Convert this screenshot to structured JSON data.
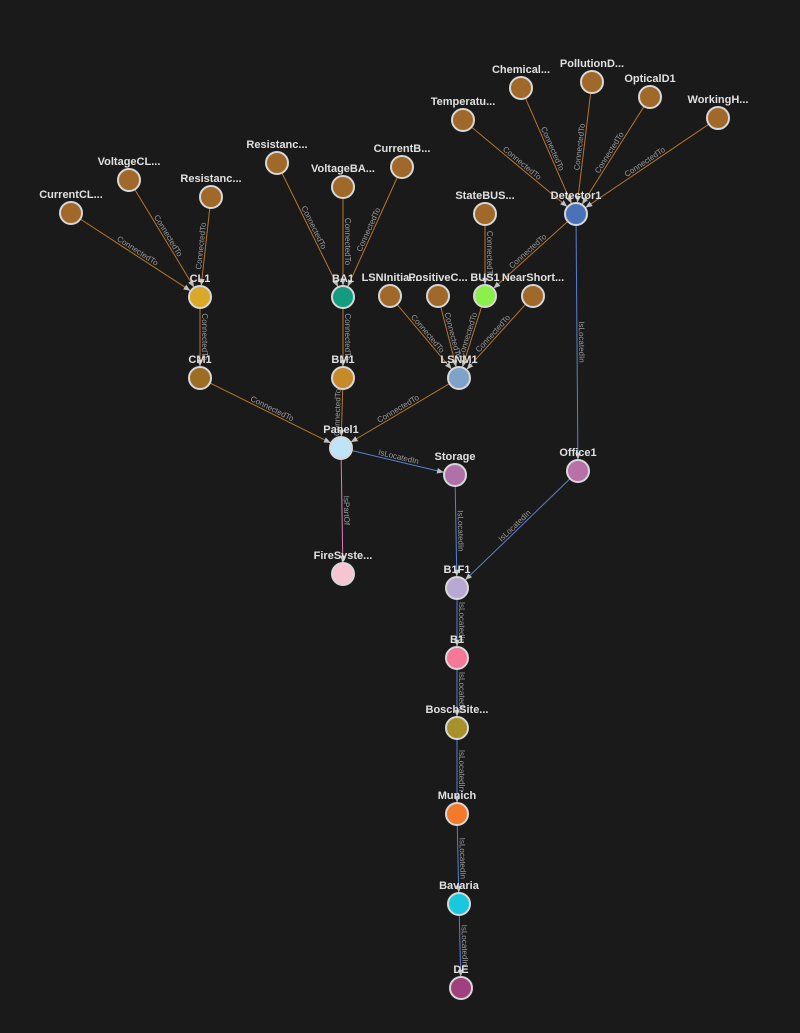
{
  "graph": {
    "nodes": [
      {
        "id": "chemical",
        "label": "Chemical...",
        "color": "#a0692a"
      },
      {
        "id": "pollution",
        "label": "PollutionD...",
        "color": "#a0692a"
      },
      {
        "id": "optical",
        "label": "OpticalD1",
        "color": "#a0692a"
      },
      {
        "id": "temperature",
        "label": "Temperatu...",
        "color": "#a0692a"
      },
      {
        "id": "workingh",
        "label": "WorkingH...",
        "color": "#a0692a"
      },
      {
        "id": "detector1",
        "label": "Detector1",
        "color": "#4a72b8"
      },
      {
        "id": "statebus",
        "label": "StateBUS...",
        "color": "#a0692a"
      },
      {
        "id": "resistanc2",
        "label": "Resistanc...",
        "color": "#a0692a"
      },
      {
        "id": "currentb",
        "label": "CurrentB...",
        "color": "#a0692a"
      },
      {
        "id": "voltageba",
        "label": "VoltageBA...",
        "color": "#a0692a"
      },
      {
        "id": "voltagecl",
        "label": "VoltageCL...",
        "color": "#a0692a"
      },
      {
        "id": "resistanc1",
        "label": "Resistanc...",
        "color": "#a0692a"
      },
      {
        "id": "currentcl",
        "label": "CurrentCL...",
        "color": "#a0692a"
      },
      {
        "id": "cl1",
        "label": "CL1",
        "color": "#d9a829"
      },
      {
        "id": "ba1",
        "label": "BA1",
        "color": "#139c82"
      },
      {
        "id": "lsninit",
        "label": "LSNInitia...",
        "color": "#a0692a"
      },
      {
        "id": "positivec",
        "label": "PositiveC...",
        "color": "#a0692a"
      },
      {
        "id": "bus1",
        "label": "BUS1",
        "color": "#8cf04a"
      },
      {
        "id": "nearshort",
        "label": "NearShort...",
        "color": "#a0692a"
      },
      {
        "id": "cm1",
        "label": "CM1",
        "color": "#9c6d22"
      },
      {
        "id": "bm1",
        "label": "BM1",
        "color": "#c8892a"
      },
      {
        "id": "lsnm1",
        "label": "LSNM1",
        "color": "#7fa2c9"
      },
      {
        "id": "panel1",
        "label": "Panel1",
        "color": "#bfe3f7"
      },
      {
        "id": "storage",
        "label": "Storage",
        "color": "#b070a8"
      },
      {
        "id": "office1",
        "label": "Office1",
        "color": "#b870a8"
      },
      {
        "id": "firesys",
        "label": "FireSyste...",
        "color": "#f7c4d4"
      },
      {
        "id": "b1f1",
        "label": "B1F1",
        "color": "#b8a8d2"
      },
      {
        "id": "b1",
        "label": "B1",
        "color": "#f57898"
      },
      {
        "id": "boschsite",
        "label": "BoschSite...",
        "color": "#a8902a"
      },
      {
        "id": "munich",
        "label": "Munich",
        "color": "#f27a2a"
      },
      {
        "id": "bavaria",
        "label": "Bavaria",
        "color": "#18c8dc"
      },
      {
        "id": "de",
        "label": "DE",
        "color": "#a0407e"
      }
    ],
    "edges": [
      {
        "from": "currentcl",
        "to": "cl1",
        "label": "ConnectedTo",
        "color": "#b8752a"
      },
      {
        "from": "voltagecl",
        "to": "cl1",
        "label": "ConnectedTo",
        "color": "#b8752a"
      },
      {
        "from": "resistanc1",
        "to": "cl1",
        "label": "ConnectedTo",
        "color": "#b8752a"
      },
      {
        "from": "resistanc2",
        "to": "ba1",
        "label": "ConnectedTo",
        "color": "#b8752a"
      },
      {
        "from": "voltageba",
        "to": "ba1",
        "label": "ConnectedTo",
        "color": "#b8752a"
      },
      {
        "from": "currentb",
        "to": "ba1",
        "label": "ConnectedTo",
        "color": "#b8752a"
      },
      {
        "from": "temperature",
        "to": "detector1",
        "label": "ConnectedTo",
        "color": "#b8752a"
      },
      {
        "from": "chemical",
        "to": "detector1",
        "label": "ConnectedTo",
        "color": "#b8752a"
      },
      {
        "from": "pollution",
        "to": "detector1",
        "label": "ConnectedTo",
        "color": "#b8752a"
      },
      {
        "from": "optical",
        "to": "detector1",
        "label": "ConnectedTo",
        "color": "#b8752a"
      },
      {
        "from": "workingh",
        "to": "detector1",
        "label": "ConnectedTo",
        "color": "#b8752a"
      },
      {
        "from": "detector1",
        "to": "bus1",
        "label": "ConnectedTo",
        "color": "#b8752a"
      },
      {
        "from": "statebus",
        "to": "bus1",
        "label": "ConnectedTo",
        "color": "#b8752a"
      },
      {
        "from": "cl1",
        "to": "cm1",
        "label": "ConnectedTo",
        "color": "#b8752a"
      },
      {
        "from": "ba1",
        "to": "bm1",
        "label": "ConnectedTo",
        "color": "#b8752a"
      },
      {
        "from": "lsninit",
        "to": "lsnm1",
        "label": "ConnectedTo",
        "color": "#b8752a"
      },
      {
        "from": "positivec",
        "to": "lsnm1",
        "label": "ConnectedTo",
        "color": "#b8752a"
      },
      {
        "from": "bus1",
        "to": "lsnm1",
        "label": "ConnectedTo",
        "color": "#b8752a"
      },
      {
        "from": "nearshort",
        "to": "lsnm1",
        "label": "ConnectedTo",
        "color": "#b8752a"
      },
      {
        "from": "cm1",
        "to": "panel1",
        "label": "ConnectedTo",
        "color": "#b8752a"
      },
      {
        "from": "bm1",
        "to": "panel1",
        "label": "ConnectedTo",
        "color": "#b8752a"
      },
      {
        "from": "lsnm1",
        "to": "panel1",
        "label": "ConnectedTo",
        "color": "#b8752a"
      },
      {
        "from": "panel1",
        "to": "storage",
        "label": "IsLocatedIn",
        "color": "#5a7fd0"
      },
      {
        "from": "panel1",
        "to": "firesys",
        "label": "IsPartOf",
        "color": "#d880b0"
      },
      {
        "from": "detector1",
        "to": "office1",
        "label": "IsLocatedIn",
        "color": "#5a7fd0"
      },
      {
        "from": "storage",
        "to": "b1f1",
        "label": "IsLocatedIn",
        "color": "#5a7fd0"
      },
      {
        "from": "office1",
        "to": "b1f1",
        "label": "IsLocatedIn",
        "color": "#5a7fd0"
      },
      {
        "from": "b1f1",
        "to": "b1",
        "label": "IsLocatedIn",
        "color": "#5a7fd0"
      },
      {
        "from": "b1",
        "to": "boschsite",
        "label": "IsLocatedIn",
        "color": "#5a7fd0"
      },
      {
        "from": "boschsite",
        "to": "munich",
        "label": "IsLocatedIn",
        "color": "#5a7fd0"
      },
      {
        "from": "munich",
        "to": "bavaria",
        "label": "IsLocatedIn",
        "color": "#5a7fd0"
      },
      {
        "from": "bavaria",
        "to": "de",
        "label": "IsLocatedIn",
        "color": "#5a7fd0"
      }
    ]
  }
}
